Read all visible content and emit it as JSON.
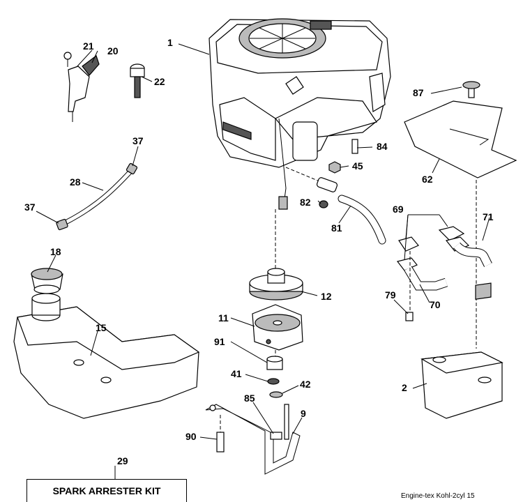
{
  "callouts": {
    "c1": "1",
    "c2": "2",
    "c9": "9",
    "c11": "11",
    "c12": "12",
    "c15": "15",
    "c18": "18",
    "c20": "20",
    "c21": "21",
    "c22": "22",
    "c28": "28",
    "c29": "29",
    "c37a": "37",
    "c37b": "37",
    "c41": "41",
    "c42": "42",
    "c45": "45",
    "c62": "62",
    "c69": "69",
    "c70": "70",
    "c71": "71",
    "c79": "79",
    "c81": "81",
    "c82": "82",
    "c84": "84",
    "c85": "85",
    "c87": "87",
    "c90": "90",
    "c91": "91"
  },
  "kit_label": "SPARK ARRESTER KIT",
  "footer": "Engine-tex  Kohl-2cyl  15"
}
